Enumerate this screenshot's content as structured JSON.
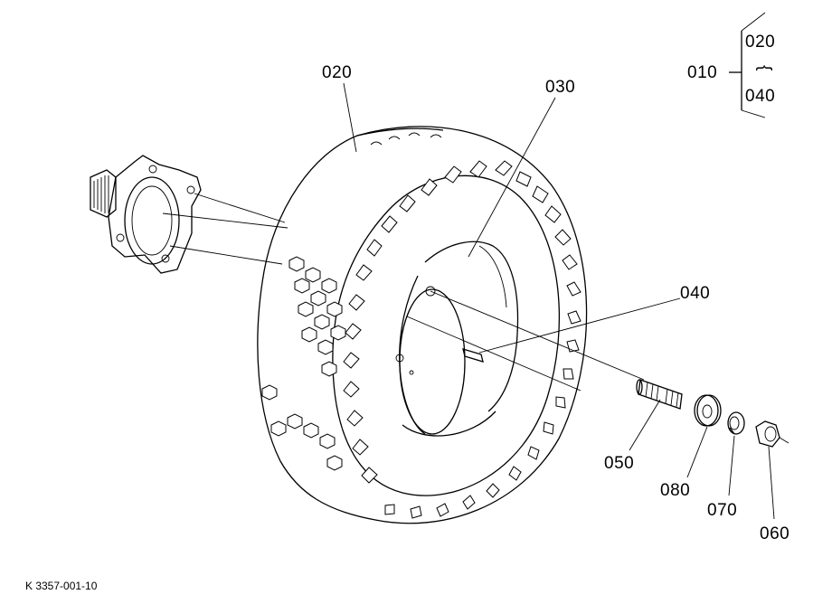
{
  "labels": {
    "assembly": "010",
    "range_top": "020",
    "range_sep": "{",
    "range_bottom": "040",
    "tire": "020",
    "rim": "030",
    "valve": "040",
    "stud": "050",
    "washer": "080",
    "spring_washer": "070",
    "nut": "060"
  },
  "figure_code": "K 3357-001-10"
}
